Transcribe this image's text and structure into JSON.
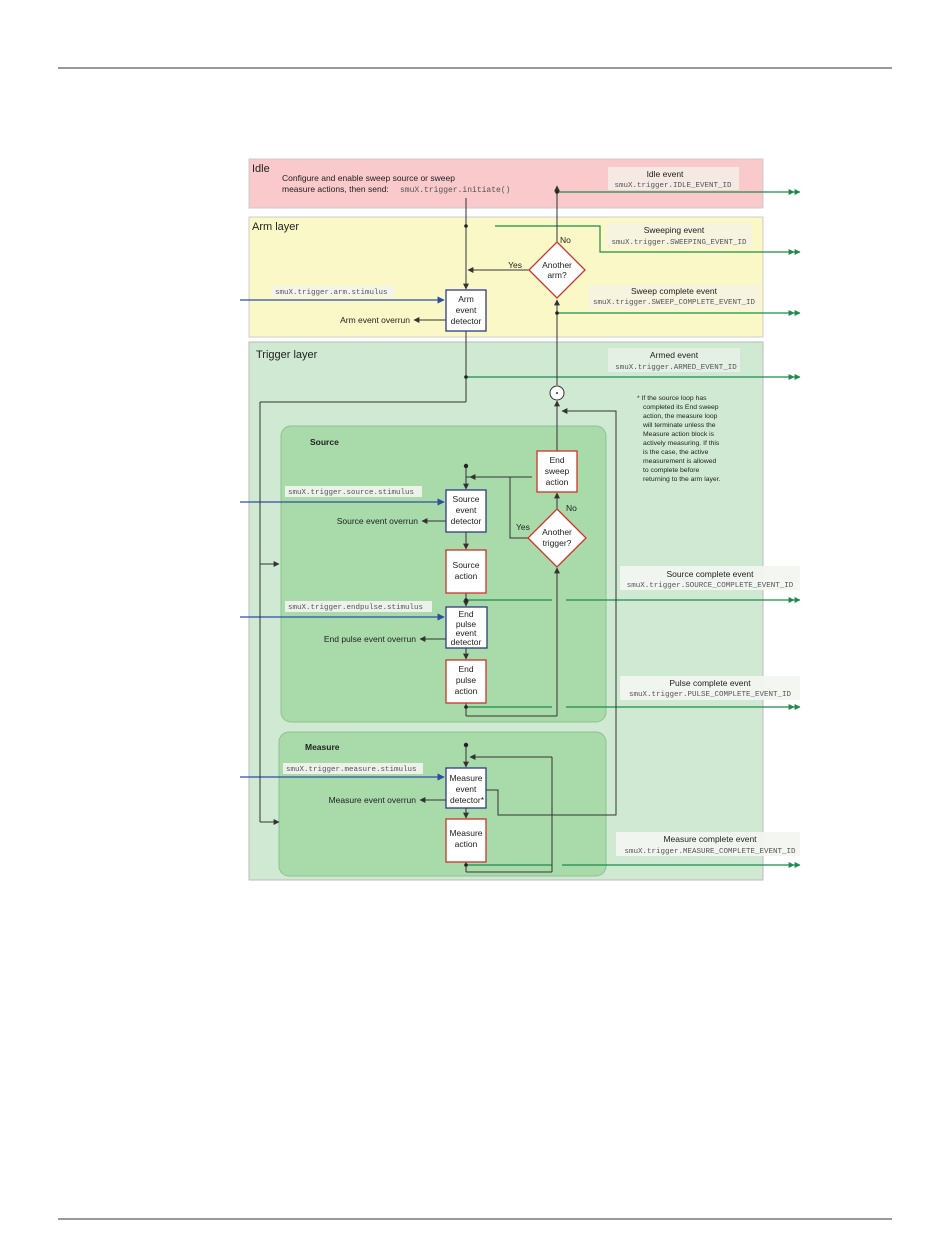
{
  "layers": {
    "idle": {
      "title": "Idle",
      "note_line1": "Configure and enable sweep source or sweep",
      "note_line2": "measure actions, then send:",
      "note_code": "smuX.trigger.initiate()"
    },
    "arm": {
      "title": "Arm layer"
    },
    "trigger": {
      "title": "Trigger layer"
    },
    "source": {
      "title": "Source"
    },
    "measure": {
      "title": "Measure"
    }
  },
  "blocks": {
    "arm_detector": [
      "Arm",
      "event",
      "detector"
    ],
    "source_detector": [
      "Source",
      "event",
      "detector"
    ],
    "source_action": [
      "Source",
      "action"
    ],
    "endpulse_detector": [
      "End",
      "pulse",
      "event",
      "detector"
    ],
    "endpulse_action": [
      "End",
      "pulse",
      "action"
    ],
    "measure_detector": [
      "Measure",
      "event",
      "detector*"
    ],
    "measure_action": [
      "Measure",
      "action"
    ],
    "end_sweep_action": [
      "End",
      "sweep",
      "action"
    ]
  },
  "decisions": {
    "another_arm": [
      "Another",
      "arm?"
    ],
    "another_trigger": [
      "Another",
      "trigger?"
    ],
    "yes": "Yes",
    "no": "No"
  },
  "stimuli": {
    "arm": "smuX.trigger.arm.stimulus",
    "source": "smuX.trigger.source.stimulus",
    "endpulse": "smuX.trigger.endpulse.stimulus",
    "measure": "smuX.trigger.measure.stimulus"
  },
  "overruns": {
    "arm": "Arm event overrun",
    "source": "Source event overrun",
    "endpulse": "End pulse event overrun",
    "measure": "Measure event overrun"
  },
  "events": {
    "idle": {
      "name": "Idle event",
      "id": "smuX.trigger.IDLE_EVENT_ID"
    },
    "sweeping": {
      "name": "Sweeping event",
      "id": "smuX.trigger.SWEEPING_EVENT_ID"
    },
    "sweep_complete": {
      "name": "Sweep complete event",
      "id": "smuX.trigger.SWEEP_COMPLETE_EVENT_ID"
    },
    "armed": {
      "name": "Armed event",
      "id": "smuX.trigger.ARMED_EVENT_ID"
    },
    "source_complete": {
      "name": "Source complete event",
      "id": "smuX.trigger.SOURCE_COMPLETE_EVENT_ID"
    },
    "pulse_complete": {
      "name": "Pulse complete event",
      "id": "smuX.trigger.PULSE_COMPLETE_EVENT_ID"
    },
    "measure_complete": {
      "name": "Measure complete event",
      "id": "smuX.trigger.MEASURE_COMPLETE_EVENT_ID"
    }
  },
  "footnote": [
    "* If the source loop has",
    "completed its End sweep",
    "action, the measure loop",
    "will terminate unless the",
    "Measure action block is",
    "actively measuring. If this",
    "is the case, the active",
    "measurement is allowed",
    "to complete before",
    "returning to the arm layer."
  ],
  "colors": {
    "idle_bg": "#f9c9cb",
    "arm_bg": "#fbf8c8",
    "trigger_bg": "#cfe9d2",
    "group_bg": "#a8dba9",
    "detector_border": "#2e3a8c",
    "action_border": "#d0322c",
    "stimulus_line": "#2e4fa0",
    "event_line": "#1f8a4c",
    "code_bg": "#f3f3f0"
  }
}
